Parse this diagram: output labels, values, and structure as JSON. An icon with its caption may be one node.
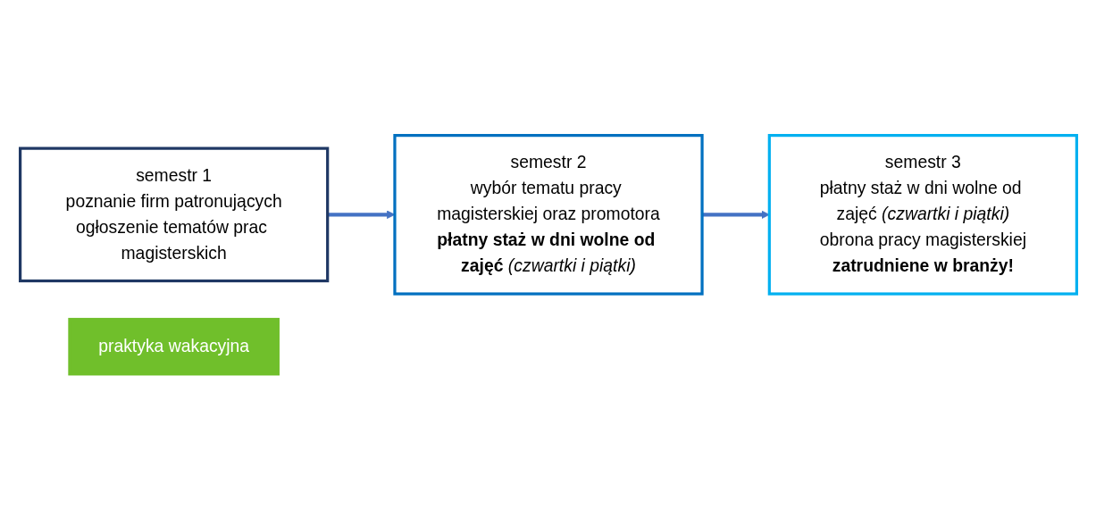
{
  "diagram": {
    "nodes": [
      {
        "text": [
          "semestr 1",
          "poznanie firm patronujących",
          "ogłoszenie tematów prac magisterskich"
        ]
      },
      {
        "text": [
          "praktyka wakacyjna"
        ]
      },
      {
        "text": [
          "semestr 2",
          "wybór tematu pracy magisterskiej oraz promotora",
          "**płatny staż w dni wolne od zajęć** *(czwartki i piątki)*"
        ]
      },
      {
        "text": [
          "semestr 3",
          "płatny staż w dni wolne od zajęć *(czwartki i piątki)*",
          "obrona pracy magisterskiej",
          "**zatrudniene w branży!**"
        ]
      }
    ],
    "edges": [
      {
        "from": 0,
        "to": 2,
        "arrow": "to"
      },
      {
        "from": 2,
        "to": 3,
        "arrow": "to"
      }
    ]
  }
}
